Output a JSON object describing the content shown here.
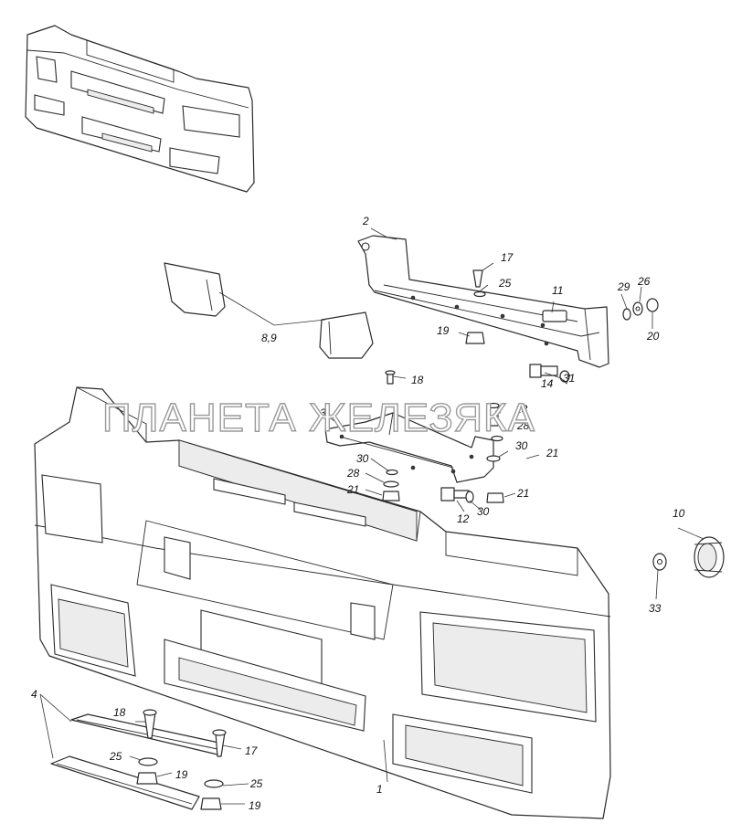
{
  "watermark": "ПЛАНЕТА ЖЕЛЕЗЯКА",
  "callouts": {
    "c1": "1",
    "c2": "2",
    "c3": "3",
    "c4": "4",
    "c89": "8,9",
    "c10": "10",
    "c11": "11",
    "c12": "12",
    "c13": "13",
    "c14": "14",
    "c17a": "17",
    "c17b": "17",
    "c18a": "18",
    "c18b": "18",
    "c19a": "19",
    "c19b": "19",
    "c19c": "19",
    "c20": "20",
    "c21a": "21",
    "c21b": "21",
    "c21c": "21",
    "c25a": "25",
    "c25b": "25",
    "c25c": "25",
    "c26": "26",
    "c28a": "28",
    "c28b": "28",
    "c29": "29",
    "c30a": "30",
    "c30b": "30",
    "c30c": "30",
    "c31": "31",
    "c33": "33"
  }
}
